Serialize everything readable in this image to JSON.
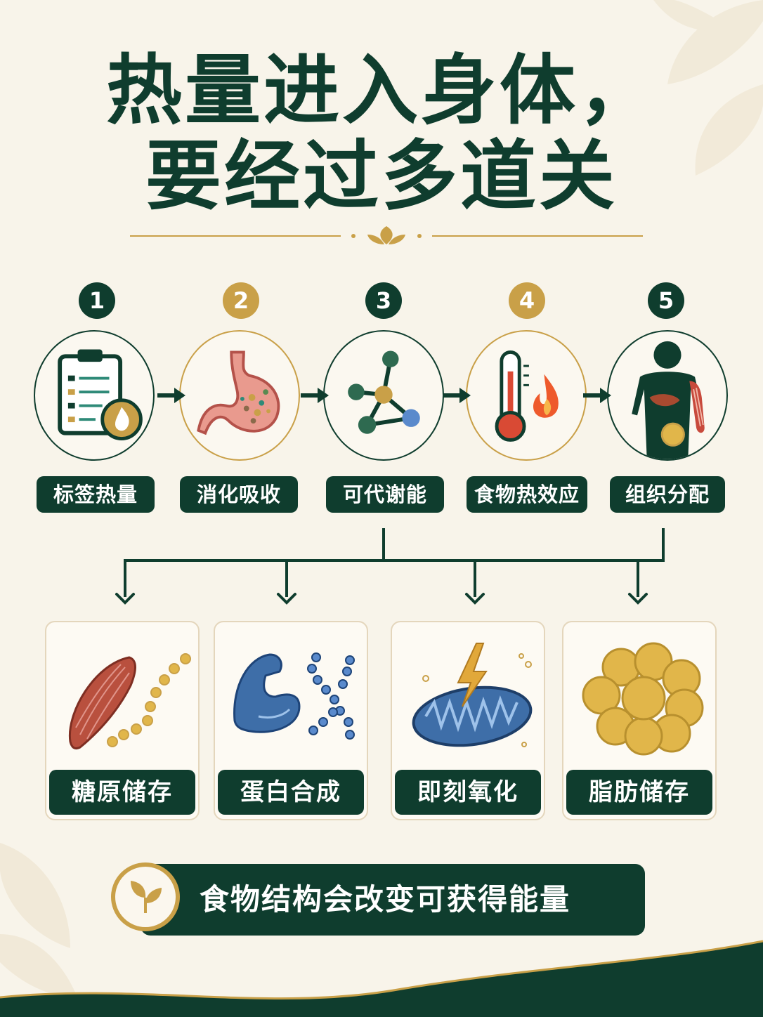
{
  "title": {
    "line1": "热量进入身体，",
    "line2": "要经过多道关"
  },
  "steps": [
    {
      "num": "1",
      "label": "标签热量",
      "icon": "clipboard-flame-icon"
    },
    {
      "num": "2",
      "label": "消化吸收",
      "icon": "stomach-icon"
    },
    {
      "num": "3",
      "label": "可代谢能",
      "icon": "molecule-icon"
    },
    {
      "num": "4",
      "label": "食物热效应",
      "icon": "thermometer-flame-icon"
    },
    {
      "num": "5",
      "label": "组织分配",
      "icon": "body-organs-icon"
    }
  ],
  "outcomes": [
    {
      "label": "糖原储存",
      "icon": "muscle-glycogen-chain-icon"
    },
    {
      "label": "蛋白合成",
      "icon": "arm-protein-chain-icon"
    },
    {
      "label": "即刻氧化",
      "icon": "mitochondria-lightning-icon"
    },
    {
      "label": "脂肪储存",
      "icon": "fat-cells-icon"
    }
  ],
  "footer": {
    "text": "食物结构会改变可获得能量",
    "icon": "leaf-badge-icon"
  },
  "colors": {
    "primary": "#0f3d2e",
    "accent": "#c9a048",
    "background": "#f8f4ea"
  }
}
